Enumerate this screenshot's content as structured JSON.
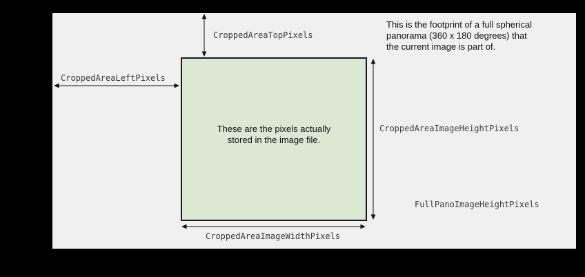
{
  "diagram": {
    "note_lines": [
      "This is the footprint of a full spherical",
      "panorama (360 x 180 degrees) that",
      "the current image is part of."
    ],
    "cropped_area": {
      "description_lines": [
        "These are the pixels actually",
        "stored in the image file."
      ],
      "fill": "#dbe9d4"
    },
    "full_pano": {
      "fill": "#f0f0f0"
    },
    "labels": {
      "cropped_area_top": "CroppedAreaTopPixels",
      "cropped_area_left": "CroppedAreaLeftPixels",
      "cropped_area_image_height": "CroppedAreaImageHeightPixels",
      "cropped_area_image_width": "CroppedAreaImageWidthPixels",
      "full_pano_image_height": "FullPanoImageHeightPixels"
    },
    "colors": {
      "page_background": "#000000",
      "border": "#111111",
      "label_text": "#3d3d3d"
    }
  }
}
